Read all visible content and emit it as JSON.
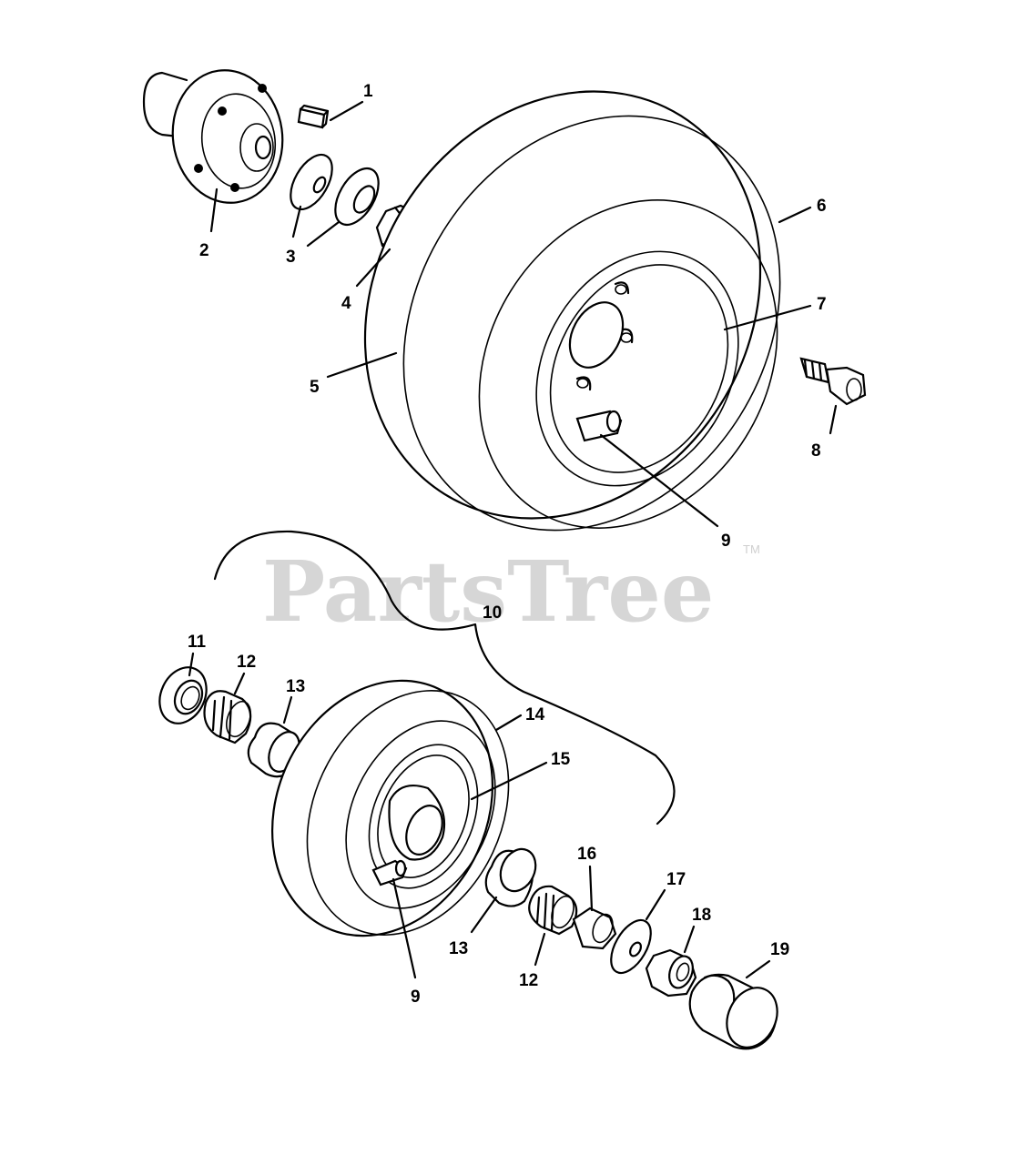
{
  "watermark": {
    "text": "PartsTree",
    "trademark": "TM"
  },
  "callouts": {
    "c1": "1",
    "c2": "2",
    "c3": "3",
    "c4": "4",
    "c5": "5",
    "c6": "6",
    "c7": "7",
    "c8": "8",
    "c9a": "9",
    "c9b": "9",
    "c10": "10",
    "c11": "11",
    "c12a": "12",
    "c12b": "12",
    "c13a": "13",
    "c13b": "13",
    "c14": "14",
    "c15": "15",
    "c16": "16",
    "c17": "17",
    "c18": "18",
    "c19": "19"
  }
}
